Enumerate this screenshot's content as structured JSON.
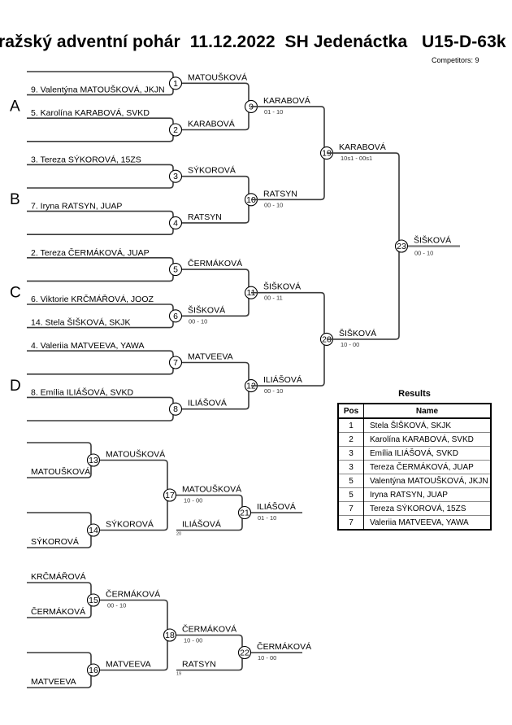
{
  "header": {
    "title": "ražský adventní pohár  11.12.2022  SH Jedenáctka   U15-D-63k",
    "competitors": "Competitors: 9"
  },
  "pools": [
    {
      "label": "A",
      "entries": [
        "",
        "9. Valentýna MATOUŠKOVÁ, JKJN",
        "5. Karolína KARABOVÁ, SVKD",
        ""
      ]
    },
    {
      "label": "B",
      "entries": [
        "3. Tereza SÝKOROVÁ, 15ZS",
        "",
        "7. Iryna RATSYN, JUAP",
        ""
      ]
    },
    {
      "label": "C",
      "entries": [
        "2. Tereza ČERMÁKOVÁ, JUAP",
        "",
        "6. Viktorie KRČMÁŘOVÁ, JOOZ",
        "14. Stela ŠIŠKOVÁ, SKJK"
      ]
    },
    {
      "label": "D",
      "entries": [
        "4. Valeriia MATVEEVA, YAWA",
        "",
        "8. Emília ILIÁŠOVÁ, SVKD",
        ""
      ]
    }
  ],
  "matches": {
    "1": {
      "winner": "MATOUŠKOVÁ",
      "score": ""
    },
    "2": {
      "winner": "KARABOVÁ",
      "score": ""
    },
    "3": {
      "winner": "SÝKOROVÁ",
      "score": ""
    },
    "4": {
      "winner": "RATSYN",
      "score": ""
    },
    "5": {
      "winner": "ČERMÁKOVÁ",
      "score": ""
    },
    "6": {
      "winner": "ŠIŠKOVÁ",
      "score": "00 - 10"
    },
    "7": {
      "winner": "MATVEEVA",
      "score": ""
    },
    "8": {
      "winner": "ILIÁŠOVÁ",
      "score": ""
    },
    "9": {
      "winner": "KARABOVÁ",
      "score": "01 - 10"
    },
    "10": {
      "winner": "RATSYN",
      "score": "00 - 10"
    },
    "11": {
      "winner": "ŠIŠKOVÁ",
      "score": "00 - 11"
    },
    "12": {
      "winner": "ILIÁŠOVÁ",
      "score": "00 - 10"
    },
    "19": {
      "winner": "KARABOVÁ",
      "score": "10s1 - 00s1"
    },
    "20": {
      "winner": "ŠIŠKOVÁ",
      "score": "10 - 00"
    },
    "23": {
      "winner": "ŠIŠKOVÁ",
      "score": "00 - 10"
    }
  },
  "repechage": [
    {
      "m1": {
        "num": "13",
        "top": "",
        "bottom": "MATOUŠKOVÁ",
        "winner": "MATOUŠKOVÁ",
        "score": ""
      },
      "m2": {
        "num": "14",
        "top": "",
        "bottom": "SÝKOROVÁ",
        "winner": "SÝKOROVÁ",
        "score": ""
      },
      "semi": {
        "num": "17",
        "winner": "MATOUŠKOVÁ",
        "score": "10 - 00"
      },
      "final": {
        "num": "21",
        "opponent": "ILIÁŠOVÁ",
        "opponent_ref": "20",
        "winner": "ILIÁŠOVÁ",
        "score": "01 - 10"
      }
    },
    {
      "m1": {
        "num": "15",
        "top": "KRČMÁŘOVÁ",
        "bottom": "ČERMÁKOVÁ",
        "winner": "ČERMÁKOVÁ",
        "score": "00 - 10"
      },
      "m2": {
        "num": "16",
        "top": "",
        "bottom": "MATVEEVA",
        "winner": "MATVEEVA",
        "score": ""
      },
      "semi": {
        "num": "18",
        "winner": "ČERMÁKOVÁ",
        "score": "10 - 00"
      },
      "final": {
        "num": "22",
        "opponent": "RATSYN",
        "opponent_ref": "19",
        "winner": "ČERMÁKOVÁ",
        "score": "10 - 00"
      }
    }
  ],
  "results": {
    "title": "Results",
    "columns": [
      "Pos",
      "Name"
    ],
    "rows": [
      {
        "pos": "1",
        "name": "Stela ŠIŠKOVÁ, SKJK"
      },
      {
        "pos": "2",
        "name": "Karolína KARABOVÁ, SVKD"
      },
      {
        "pos": "3",
        "name": "Emília ILIÁŠOVÁ, SVKD"
      },
      {
        "pos": "3",
        "name": "Tereza ČERMÁKOVÁ, JUAP"
      },
      {
        "pos": "5",
        "name": "Valentýna MATOUŠKOVÁ, JKJN"
      },
      {
        "pos": "5",
        "name": "Iryna RATSYN, JUAP"
      },
      {
        "pos": "7",
        "name": "Tereza SÝKOROVÁ, 15ZS"
      },
      {
        "pos": "7",
        "name": "Valeriia MATVEEVA, YAWA"
      }
    ]
  }
}
